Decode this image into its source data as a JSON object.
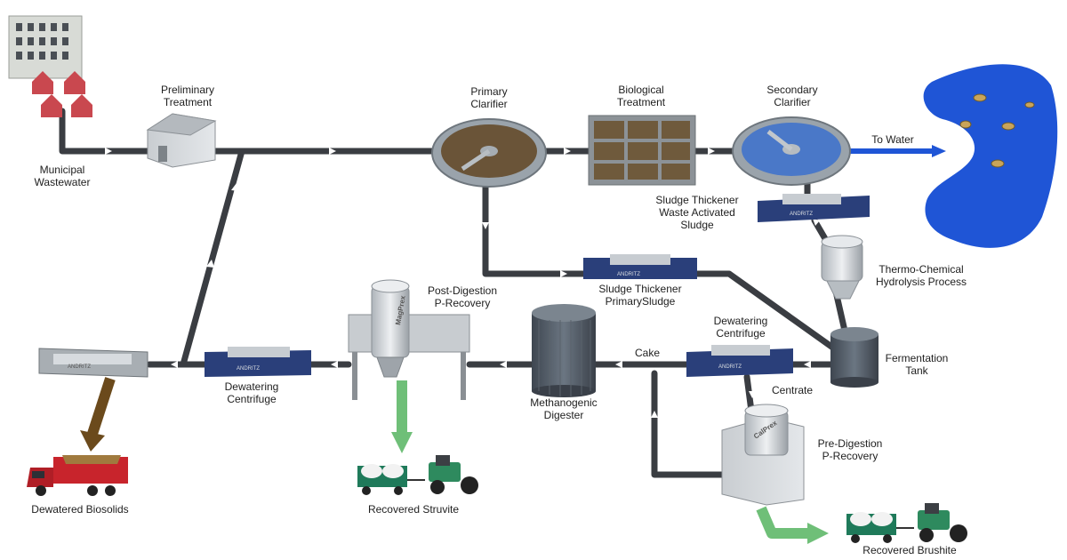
{
  "labels": {
    "municipal_wastewater": [
      "Municipal",
      "Wastewater"
    ],
    "preliminary_treatment": [
      "Preliminary",
      "Treatment"
    ],
    "primary_clarifier": [
      "Primary",
      "Clarifier"
    ],
    "biological_treatment": [
      "Biological",
      "Treatment"
    ],
    "secondary_clarifier": [
      "Secondary",
      "Clarifier"
    ],
    "to_water": "To Water",
    "sludge_thickener_was": [
      "Sludge Thickener",
      "Waste Activated",
      "Sludge"
    ],
    "thermo_chemical": [
      "Thermo-Chemical",
      "Hydrolysis Process"
    ],
    "sludge_thickener_primary": [
      "Sludge Thickener",
      "PrimarySludge"
    ],
    "post_digestion": [
      "Post-Digestion",
      "P-Recovery"
    ],
    "dewatering_centrifuge_right": [
      "Dewatering",
      "Centrifuge"
    ],
    "fermentation_tank": [
      "Fermentation",
      "Tank"
    ],
    "cake": "Cake",
    "centrate": "Centrate",
    "methanogenic_digester": [
      "Methanogenic",
      "Digester"
    ],
    "dewatering_centrifuge_left": [
      "Dewatering",
      "Centrifuge"
    ],
    "pre_digestion": [
      "Pre-Digestion",
      "P-Recovery"
    ],
    "dewatered_biosolids": "Dewatered Biosolids",
    "recovered_struvite": "Recovered Struvite",
    "recovered_brushite": "Recovered Brushite"
  },
  "equipment_marks": {
    "centrifuge_brand": "ANDRITZ",
    "magprex": "MagPrex",
    "calprex": "CalPrex"
  },
  "colors": {
    "pipe": "#3a3d42",
    "water": "#1f55d6",
    "struvite_arrow": "#6fbf78",
    "biosolids_arrow": "#6b4a1c",
    "centrifuge_blue": "#2a3f7a",
    "tank_dark": "#4d5560",
    "clarifier_ring": "#9aa3ab"
  }
}
